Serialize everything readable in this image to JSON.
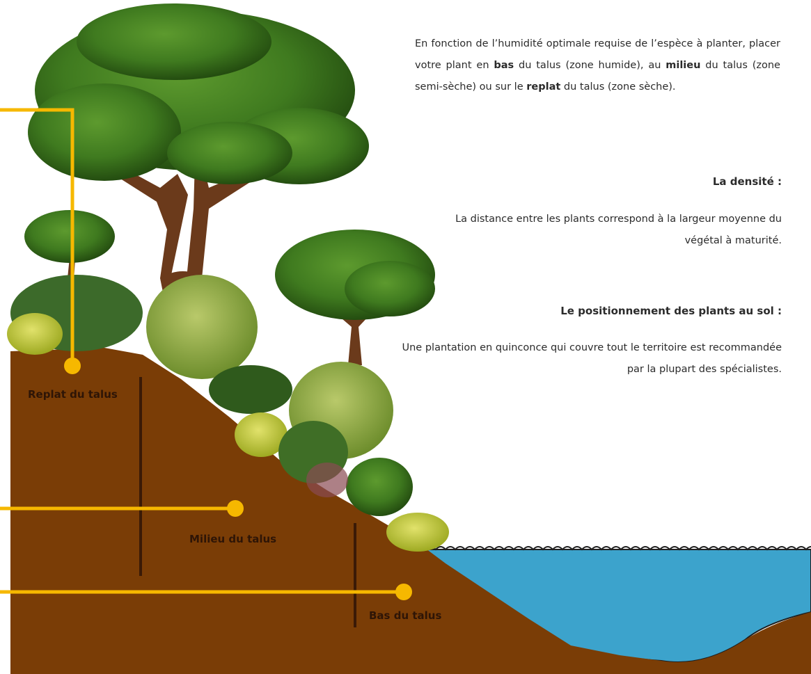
{
  "intro": {
    "p1": "En fonction de l’humidité optimale requise de l’espèce à planter, placer votre plant en ",
    "bas": "bas",
    "p2": " du talus (zone humide), au ",
    "milieu": "milieu",
    "p3": " du talus (zone semi-sèche) ou sur le ",
    "replat": "replat",
    "p4": " du talus (zone sèche)."
  },
  "density": {
    "title": "La densité :",
    "text": "La distance entre les plants correspond à la largeur moyenne du végétal à maturité."
  },
  "positioning": {
    "title": "Le positionnement des plants au sol :",
    "text": "Une plantation en quinconce qui couvre tout le territoire est recommandée par la plupart des spécialistes."
  },
  "zones": {
    "replat": "Replat du talus",
    "milieu": "Milieu du talus",
    "bas": "Bas du talus"
  },
  "colors": {
    "soil": "#7a3d06",
    "water": "#3ca3cc",
    "marker": "#f6b800",
    "divider": "#3a1a06"
  }
}
